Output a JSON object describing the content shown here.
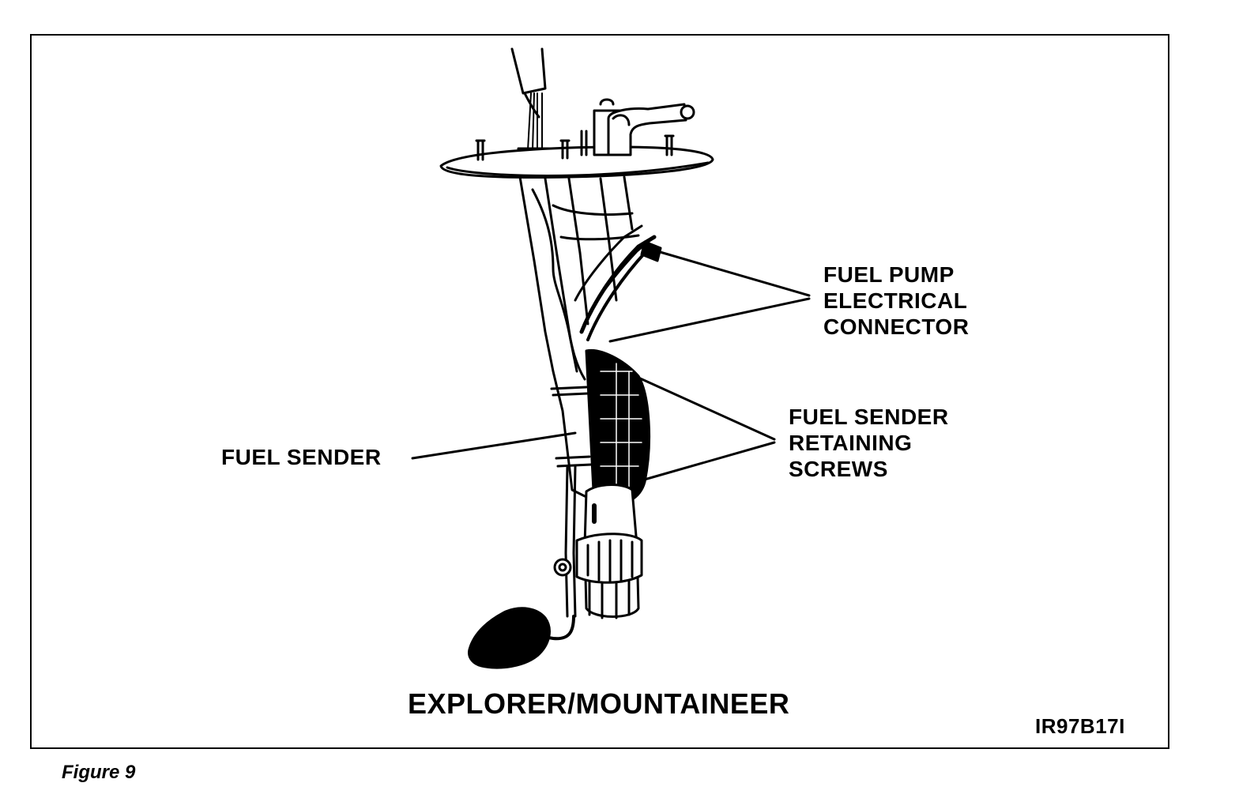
{
  "figure": {
    "caption": "Figure 9",
    "model_label": "EXPLORER/MOUNTAINEER",
    "reference_code": "IR97B17I"
  },
  "callouts": {
    "fuel_pump_connector": [
      "FUEL PUMP",
      "ELECTRICAL",
      "CONNECTOR"
    ],
    "fuel_sender_screws": [
      "FUEL SENDER",
      "RETAINING",
      "SCREWS"
    ],
    "fuel_sender": "FUEL SENDER"
  },
  "colors": {
    "ink": "#000000",
    "paper": "#ffffff"
  }
}
